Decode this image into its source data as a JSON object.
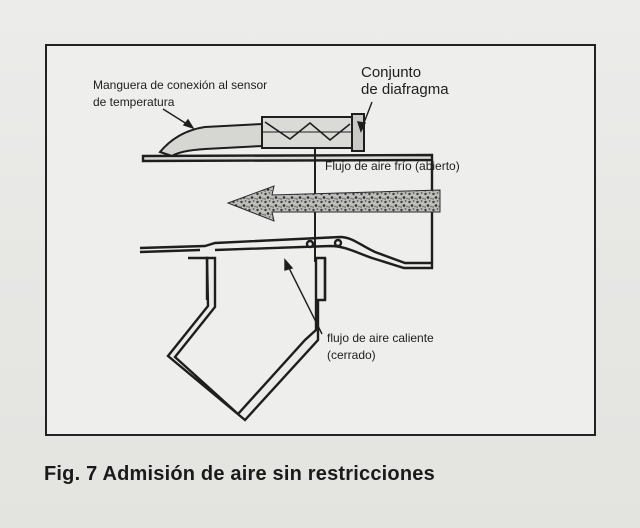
{
  "figure": {
    "labels": {
      "hose_line1": "Manguera de conexión al sensor",
      "hose_line2": "de temperatura",
      "diaphragm_line1": "Conjunto",
      "diaphragm_line2": "de diafragma",
      "cold_air": "Flujo de aire frío (abierto)",
      "hot_air_line1": "flujo de aire caliente",
      "hot_air_line2": "(cerrado)"
    },
    "caption": "Fig. 7 Admisión de aire sin restricciones"
  }
}
